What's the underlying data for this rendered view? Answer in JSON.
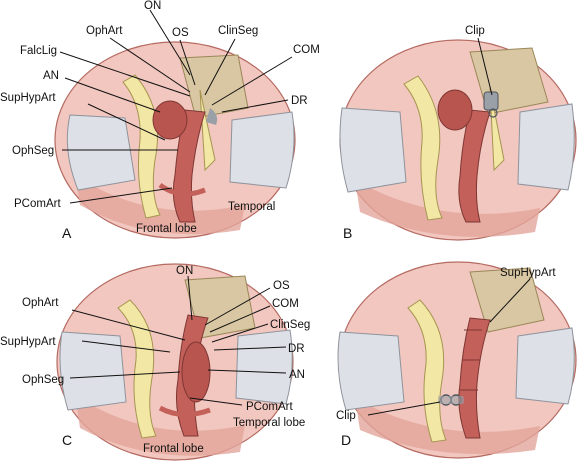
{
  "panels": {
    "A": {
      "letter": "A",
      "labels": {
        "on": "ON",
        "ophart": "OphArt",
        "os": "OS",
        "clinseg": "ClinSeg",
        "falclig": "FalcLig",
        "com": "COM",
        "an": "AN",
        "dr": "DR",
        "suphypart": "SupHypArt",
        "ophseg": "OphSeg",
        "pcomart": "PComArt",
        "temporal": "Temporal",
        "frontal": "Frontal lobe"
      }
    },
    "B": {
      "letter": "B",
      "labels": {
        "clip": "Clip"
      }
    },
    "C": {
      "letter": "C",
      "labels": {
        "on": "ON",
        "os": "OS",
        "com": "COM",
        "ophart": "OphArt",
        "clinseg": "ClinSeg",
        "suphypart": "SupHypArt",
        "dr": "DR",
        "ophseg": "OphSeg",
        "an": "AN",
        "pcomart": "PComArt",
        "temporal": "Temporal lobe",
        "frontal": "Frontal lobe"
      }
    },
    "D": {
      "letter": "D",
      "labels": {
        "suphypart": "SupHypArt",
        "clip": "Clip"
      }
    }
  },
  "colors": {
    "brain": "#f2c7bf",
    "brain_dark": "#d9877c",
    "retractor": "#dde0e6",
    "retractor_shade": "#b8bcc6",
    "dura": "#d8c7a2",
    "nerve": "#f3e7a6",
    "artery": "#c4605a",
    "artery_light": "#e49a8f",
    "aneurysm": "#b9554f",
    "clip": "#9aa0a8"
  }
}
